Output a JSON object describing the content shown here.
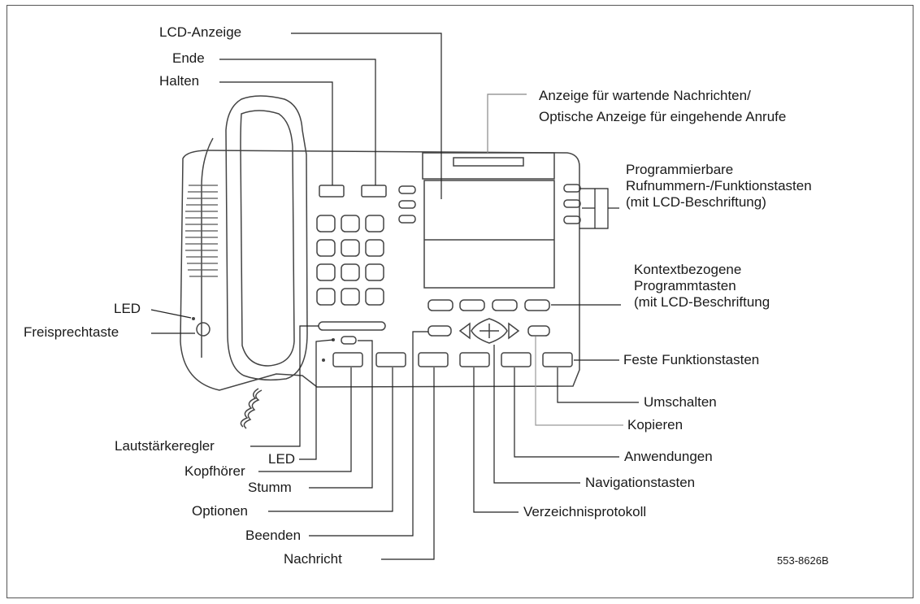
{
  "labels": {
    "lcd_display": "LCD-Anzeige",
    "end": "Ende",
    "hold": "Halten",
    "message_waiting": "Anzeige für wartende Nachrichten/\nOptische Anzeige für eingehende Anrufe",
    "programmable_keys": "Programmierbare\nRufnummern-/Funktionstasten\n(mit LCD-Beschriftung)",
    "soft_keys": "Kontextbezogene\nProgrammtasten\n(mit LCD-Beschriftung",
    "led_left": "LED",
    "handsfree": "Freisprechtaste",
    "fixed_keys": "Feste Funktionstasten",
    "shift": "Umschalten",
    "copy": "Kopieren",
    "applications": "Anwendungen",
    "navigation": "Navigationstasten",
    "directory_log": "Verzeichnisprotokoll",
    "message": "Nachricht",
    "quit": "Beenden",
    "options": "Optionen",
    "mute": "Stumm",
    "headset": "Kopfhörer",
    "led_bottom": "LED",
    "volume": "Lautstärkeregler"
  },
  "figure_code": "553-8626B"
}
